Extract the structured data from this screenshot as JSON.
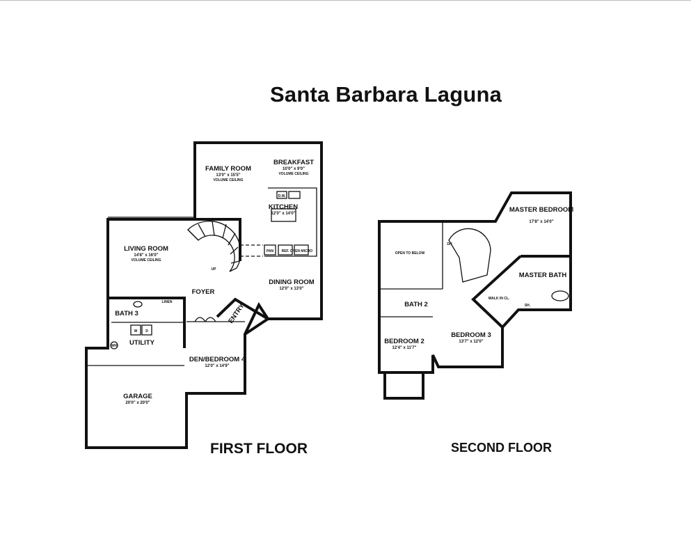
{
  "title": "Santa Barbara Laguna",
  "first_floor": {
    "label": "FIRST FLOOR",
    "rooms": {
      "family_room": {
        "name": "FAMILY ROOM",
        "dims": "13'0\" x 15'5\"",
        "note": "VOLUME CEILING"
      },
      "breakfast": {
        "name": "BREAKFAST",
        "dims": "10'0\" x 9'0\"",
        "note": "VOLUME CEILING"
      },
      "kitchen": {
        "name": "KITCHEN",
        "dims": "12'0\" x 14'0\""
      },
      "living_room": {
        "name": "LIVING ROOM",
        "dims": "14'8\" x 16'0\"",
        "note": "VOLUME CEILING"
      },
      "dining_room": {
        "name": "DINING ROOM",
        "dims": "12'0\" x 13'0\""
      },
      "foyer": {
        "name": "FOYER"
      },
      "entry": {
        "name": "ENTRY"
      },
      "bath3": {
        "name": "BATH 3"
      },
      "utility": {
        "name": "UTILITY"
      },
      "den": {
        "name": "DEN/BEDROOM 4",
        "dims": "12'0\" x 14'9\""
      },
      "garage": {
        "name": "GARAGE",
        "dims": "20'0\" x 20'0\""
      }
    },
    "fixtures": {
      "dw": "D.W.",
      "pan": "PAN",
      "ref": "REF.",
      "oven": "OVEN MICRO",
      "up": "UP",
      "linen": "LINEN",
      "washer": "W",
      "dryer": "D",
      "wh": "WH"
    }
  },
  "second_floor": {
    "label": "SECOND FLOOR",
    "rooms": {
      "master_bedroom": {
        "name": "MASTER BEDROOM",
        "dims": "17'8\" x 14'0\""
      },
      "master_bath": {
        "name": "MASTER BATH"
      },
      "walk_in": {
        "name": "WALK IN CL."
      },
      "open_to_below": {
        "name": "OPEN TO BELOW"
      },
      "bath2": {
        "name": "BATH 2"
      },
      "bedroom2": {
        "name": "BEDROOM 2",
        "dims": "12'4\" x 11'7\""
      },
      "bedroom3": {
        "name": "BEDROOM 3",
        "dims": "13'7\" x 12'0\""
      }
    },
    "fixtures": {
      "dn": "DN",
      "sh": "SH."
    }
  }
}
